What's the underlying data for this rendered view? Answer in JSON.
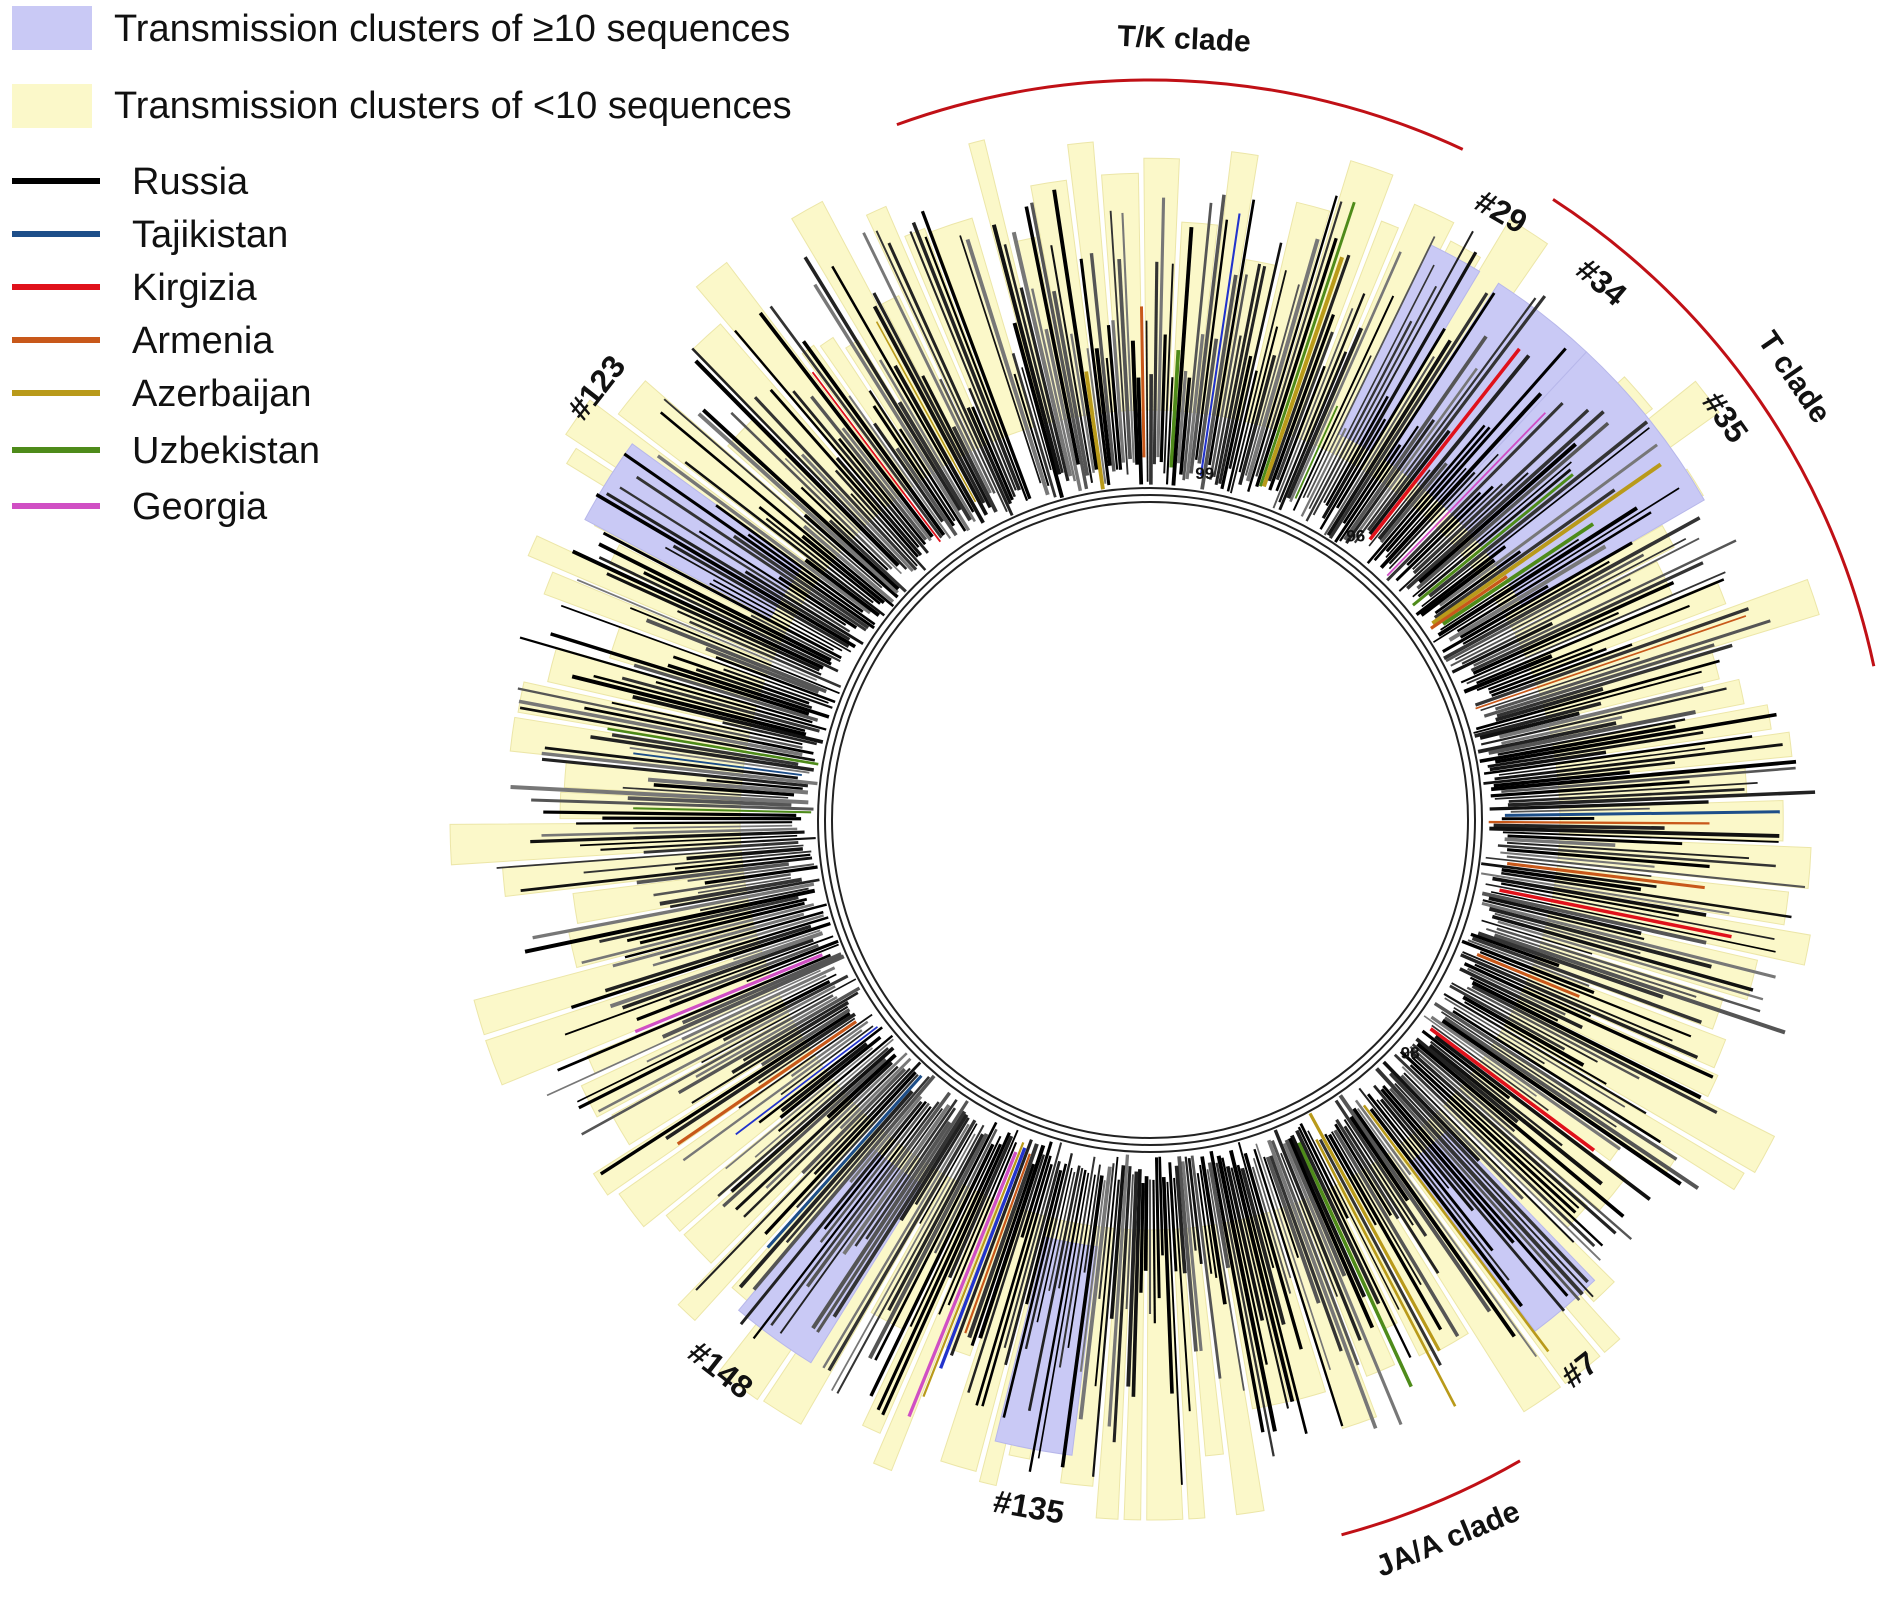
{
  "legend": {
    "clusters": [
      {
        "label": "Transmission clusters of ≥10 sequences",
        "color": "#c9c9f5"
      },
      {
        "label": "Transmission clusters of <10 sequences",
        "color": "#fbf8c9"
      }
    ],
    "countries": [
      {
        "label": "Russia",
        "color": "#000000"
      },
      {
        "label": "Tajikistan",
        "color": "#1d4e89"
      },
      {
        "label": "Kirgizia",
        "color": "#e0111b"
      },
      {
        "label": "Armenia",
        "color": "#c8581a"
      },
      {
        "label": "Azerbaijan",
        "color": "#b99a1a"
      },
      {
        "label": "Uzbekistan",
        "color": "#4e8b1a"
      },
      {
        "label": "Georgia",
        "color": "#d04fc4"
      }
    ]
  },
  "clades": [
    {
      "label": "T/K clade",
      "from_deg": -20,
      "to_deg": 25
    },
    {
      "label": "T clade",
      "from_deg": 33,
      "to_deg": 78
    },
    {
      "label": "JA/A clade",
      "from_deg": 150,
      "to_deg": 165
    }
  ],
  "cluster_labels": [
    {
      "label": "#29",
      "angle_deg": 30
    },
    {
      "label": "#34",
      "angle_deg": 40
    },
    {
      "label": "#35",
      "angle_deg": 55
    },
    {
      "label": "#7",
      "angle_deg": 142
    },
    {
      "label": "#135",
      "angle_deg": 190
    },
    {
      "label": "#148",
      "angle_deg": 218
    },
    {
      "label": "#123",
      "angle_deg": 308
    }
  ],
  "large_clusters": [
    {
      "label": "#29",
      "from_deg": 26,
      "to_deg": 31
    },
    {
      "label": "#34",
      "from_deg": 33,
      "to_deg": 43
    },
    {
      "label": "#35",
      "from_deg": 43,
      "to_deg": 60
    },
    {
      "label": "#7",
      "from_deg": 136,
      "to_deg": 143
    },
    {
      "label": "#135",
      "from_deg": 187,
      "to_deg": 194
    },
    {
      "label": "#148",
      "from_deg": 212,
      "to_deg": 220
    },
    {
      "label": "#123",
      "from_deg": 298,
      "to_deg": 306
    }
  ],
  "bootstrap_values": [
    {
      "label": "99",
      "angle_deg": 9
    },
    {
      "label": "96",
      "angle_deg": 36
    },
    {
      "label": "98",
      "angle_deg": 132
    }
  ]
}
